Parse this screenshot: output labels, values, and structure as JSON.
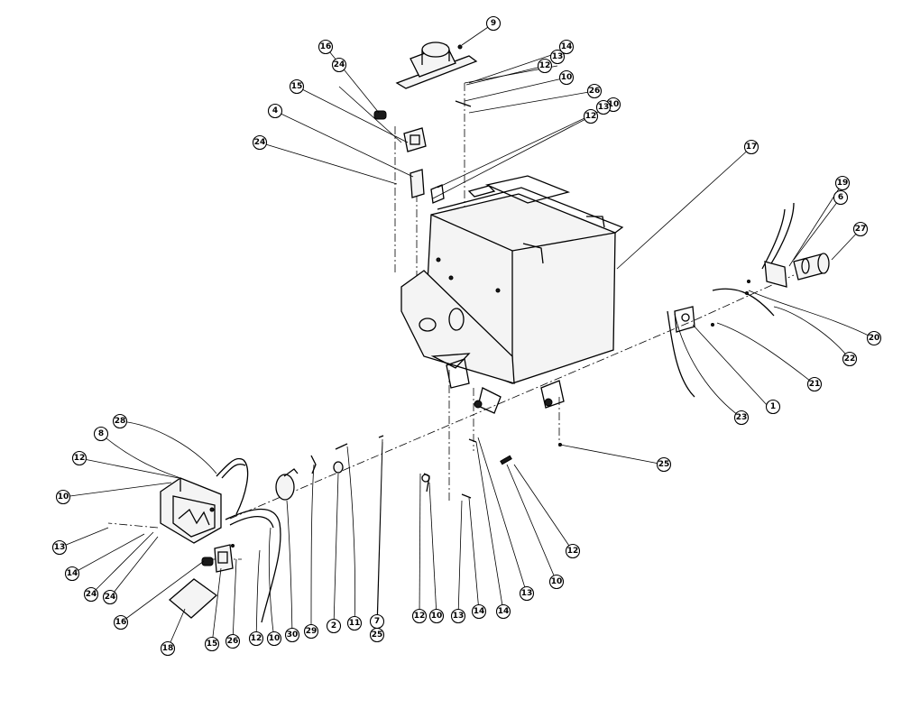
{
  "diagram": {
    "type": "exploded-parts-view",
    "callouts": [
      {
        "id": "c1",
        "label": "1"
      },
      {
        "id": "c2",
        "label": "2"
      },
      {
        "id": "c4",
        "label": "4"
      },
      {
        "id": "c6",
        "label": "6"
      },
      {
        "id": "c7",
        "label": "7"
      },
      {
        "id": "c8",
        "label": "8"
      },
      {
        "id": "c9",
        "label": "9"
      },
      {
        "id": "c10a",
        "label": "10"
      },
      {
        "id": "c10b",
        "label": "10"
      },
      {
        "id": "c10c",
        "label": "10"
      },
      {
        "id": "c10d",
        "label": "10"
      },
      {
        "id": "c10e",
        "label": "10"
      },
      {
        "id": "c10f",
        "label": "10"
      },
      {
        "id": "c11",
        "label": "11"
      },
      {
        "id": "c12a",
        "label": "12"
      },
      {
        "id": "c12b",
        "label": "12"
      },
      {
        "id": "c12c",
        "label": "12"
      },
      {
        "id": "c12d",
        "label": "12"
      },
      {
        "id": "c12e",
        "label": "12"
      },
      {
        "id": "c12f",
        "label": "12"
      },
      {
        "id": "c13a",
        "label": "13"
      },
      {
        "id": "c13b",
        "label": "13"
      },
      {
        "id": "c13c",
        "label": "13"
      },
      {
        "id": "c13d",
        "label": "13"
      },
      {
        "id": "c13e",
        "label": "13"
      },
      {
        "id": "c14a",
        "label": "14"
      },
      {
        "id": "c14b",
        "label": "14"
      },
      {
        "id": "c14c",
        "label": "14"
      },
      {
        "id": "c14d",
        "label": "14"
      },
      {
        "id": "c15a",
        "label": "15"
      },
      {
        "id": "c15b",
        "label": "15"
      },
      {
        "id": "c16a",
        "label": "16"
      },
      {
        "id": "c16b",
        "label": "16"
      },
      {
        "id": "c17",
        "label": "17"
      },
      {
        "id": "c18",
        "label": "18"
      },
      {
        "id": "c19",
        "label": "19"
      },
      {
        "id": "c20",
        "label": "20"
      },
      {
        "id": "c21",
        "label": "21"
      },
      {
        "id": "c22",
        "label": "22"
      },
      {
        "id": "c23",
        "label": "23"
      },
      {
        "id": "c24a",
        "label": "24"
      },
      {
        "id": "c24b",
        "label": "24"
      },
      {
        "id": "c24c",
        "label": "24"
      },
      {
        "id": "c24d",
        "label": "24"
      },
      {
        "id": "c25a",
        "label": "25"
      },
      {
        "id": "c25b",
        "label": "25"
      },
      {
        "id": "c26a",
        "label": "26"
      },
      {
        "id": "c26b",
        "label": "26"
      },
      {
        "id": "c27",
        "label": "27"
      },
      {
        "id": "c28",
        "label": "28"
      },
      {
        "id": "c29",
        "label": "29"
      },
      {
        "id": "c30",
        "label": "30"
      }
    ]
  }
}
